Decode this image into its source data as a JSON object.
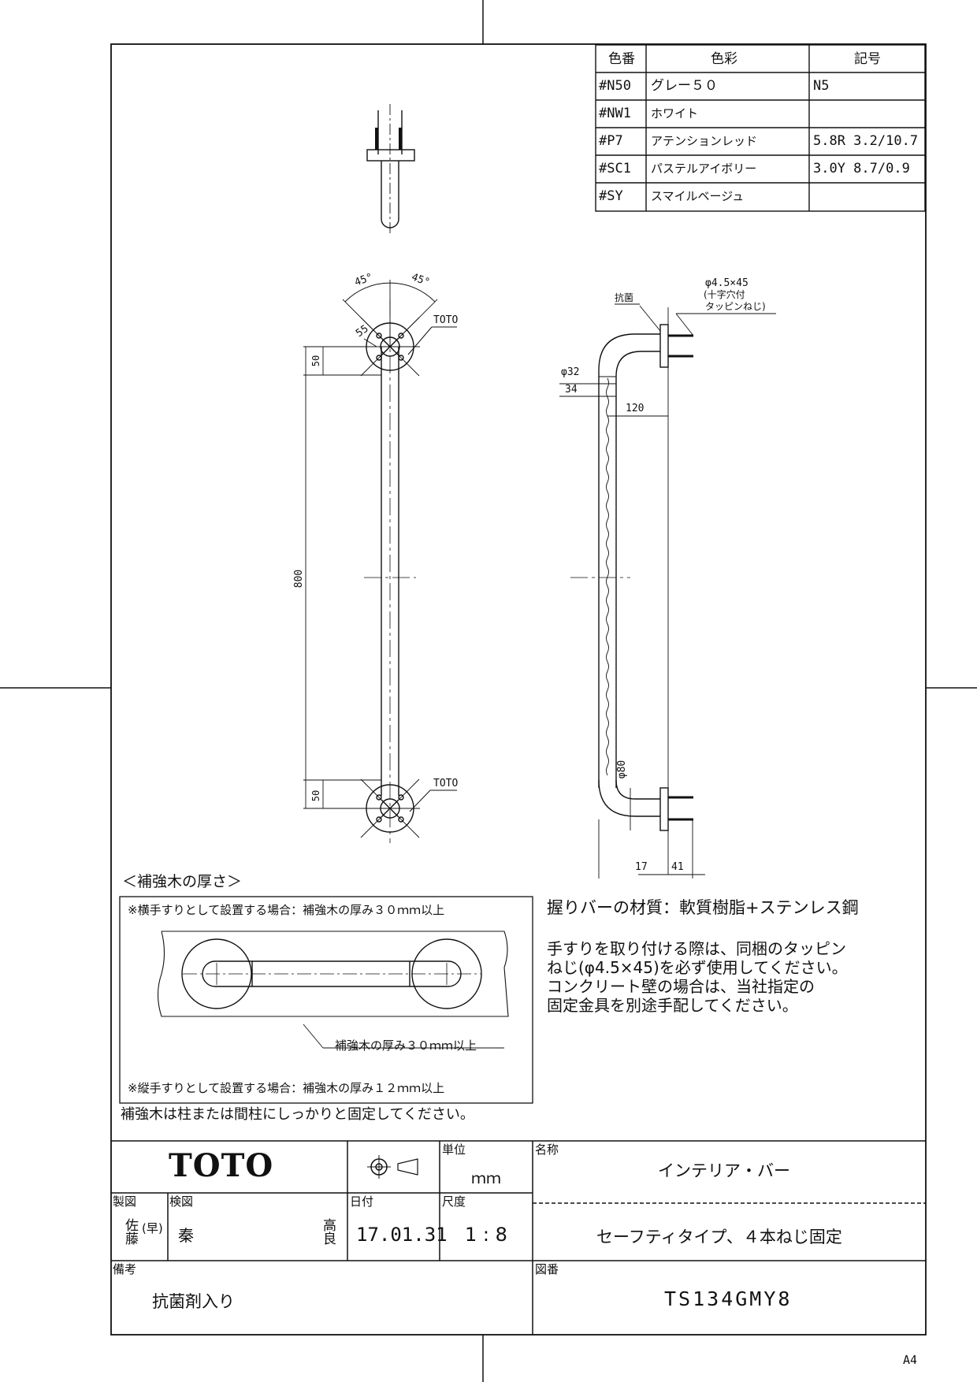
{
  "color_table": {
    "headers": [
      "色番",
      "色彩",
      "記号"
    ],
    "rows": [
      {
        "code": "#N50",
        "name": "グレー５０",
        "symbol": "N5"
      },
      {
        "code": "#NW1",
        "name": "ホワイト",
        "symbol": ""
      },
      {
        "code": "#P7",
        "name": "アテンションレッド",
        "symbol": "5.8R 3.2/10.7"
      },
      {
        "code": "#SC1",
        "name": "パステルアイボリー",
        "symbol": "3.0Y 8.7/0.9"
      },
      {
        "code": "#SY",
        "name": "スマイルベージュ",
        "symbol": ""
      }
    ]
  },
  "dims": {
    "angle_left": "45°",
    "angle_right": "45°",
    "toto_top": "TOTO",
    "toto_bottom": "TOTO",
    "d55": "55",
    "d50_top": "50",
    "d800": "800",
    "d50_bottom": "50",
    "antibac": "抗菌",
    "screw_1": "φ4.5×45",
    "screw_2": "(十字穴付",
    "screw_3": "タッピンねじ)",
    "phi32": "φ32",
    "d34": "34",
    "d120": "120",
    "phi80": "φ80",
    "d17": "17",
    "d41": "41"
  },
  "reinforcement": {
    "heading": "＜補強木の厚さ＞",
    "horizontal_note": "※横手すりとして設置する場合：補強木の厚み３０ｍｍ以上",
    "inner_label": "補強木の厚み３０ｍｍ以上",
    "vertical_note": "※縦手すりとして設置する場合：補強木の厚み１２ｍｍ以上",
    "fix_note": "補強木は柱または間柱にしっかりと固定してください。"
  },
  "notes": {
    "material": "握りバーの材質：軟質樹脂+ステンレス鋼",
    "install_1": "手すりを取り付ける際は、同梱のタッピン",
    "install_2": "ねじ(φ4.5×45)を必ず使用してください。",
    "install_3": "コンクリート壁の場合は、当社指定の",
    "install_4": "固定金具を別途手配してください。"
  },
  "title_block": {
    "logo": "TOTO",
    "unit_label": "単位",
    "unit_value": "ｍｍ",
    "name_label": "名称",
    "name_value": "インテリア・バー",
    "drawn_label": "製図",
    "drawn_stamp_1": "佐藤",
    "drawn_stamp_2": "(早)",
    "checked_label": "検図",
    "checked_value": "秦",
    "checked_stamp": "高良",
    "date_label": "日付",
    "date_value": "17.01.31",
    "scale_label": "尺度",
    "scale_value": "1 : 8",
    "subtitle": "セーフティタイプ、４本ねじ固定",
    "remarks_label": "備考",
    "remarks_value": "抗菌剤入り",
    "drawing_no_label": "図番",
    "drawing_no": "TS134GMY8"
  },
  "paper_size": "A4"
}
